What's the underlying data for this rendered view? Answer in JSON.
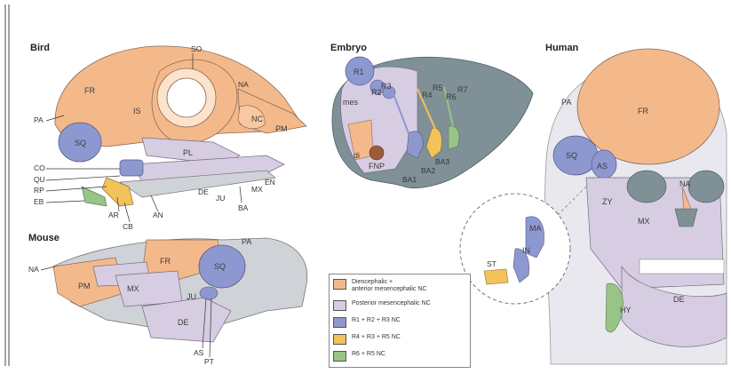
{
  "colors": {
    "orange": "#f4b98b",
    "lilac": "#d7cde2",
    "blue": "#8e98d0",
    "yellow": "#f3c25a",
    "green": "#98c487",
    "grey": "#cfd2d6",
    "dark": "#7f9097"
  },
  "panels": {
    "bird": {
      "title": "Bird",
      "labels": [
        "SO",
        "NA",
        "FR",
        "PA",
        "SQ",
        "IS",
        "NC",
        "PM",
        "PL",
        "CO",
        "QU",
        "RP",
        "EB",
        "DE",
        "JU",
        "MX",
        "EN",
        "AR",
        "CB",
        "AN",
        "BA"
      ]
    },
    "mouse": {
      "title": "Mouse",
      "labels": [
        "PA",
        "FR",
        "SQ",
        "NA",
        "PM",
        "MX",
        "JU",
        "DE",
        "AS",
        "PT"
      ]
    },
    "embryo": {
      "title": "Embryo",
      "labels": [
        "R1",
        "R2",
        "R3",
        "R4",
        "R5",
        "R6",
        "R7",
        "mes",
        "di",
        "FNP",
        "BA1",
        "BA2",
        "BA3"
      ]
    },
    "human": {
      "title": "Human",
      "labels": [
        "PA",
        "FR",
        "SQ",
        "AS",
        "NA",
        "ZY",
        "MX",
        "MA",
        "IN",
        "ST",
        "DE",
        "HY"
      ]
    }
  },
  "legend": [
    {
      "label": "Diencephalic +\nanterior mesencephalic NC",
      "color": "#f4b98b"
    },
    {
      "label": "Posterior mesencephalic NC",
      "color": "#d7cde2"
    },
    {
      "label": "R1 + R2 + R3 NC",
      "color": "#8e98d0"
    },
    {
      "label": "R4 + R3 + R5 NC",
      "color": "#f3c25a"
    },
    {
      "label": "R6 + R5 NC",
      "color": "#98c487"
    }
  ]
}
